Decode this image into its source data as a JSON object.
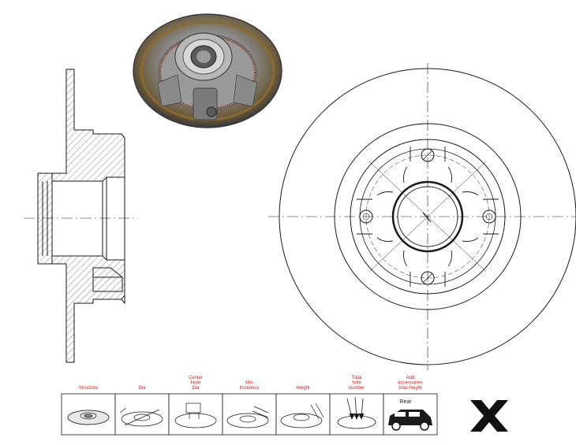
{
  "table": {
    "headers": [
      {
        "lines": [
          "Structure"
        ]
      },
      {
        "lines": [
          "Dia"
        ]
      },
      {
        "lines": [
          "Center",
          "Hole",
          "Dia"
        ]
      },
      {
        "lines": [
          "Min",
          "thickness"
        ]
      },
      {
        "lines": [
          "Height"
        ]
      },
      {
        "lines": [
          "Total",
          "hole",
          "number"
        ]
      },
      {
        "lines": [
          "Add",
          "accessories",
          "total height"
        ]
      }
    ],
    "cells": [
      {
        "icon": "solid-disc-icon"
      },
      {
        "icon": "disc-diameter-icon"
      },
      {
        "icon": "center-hole-icon"
      },
      {
        "icon": "min-thickness-icon"
      },
      {
        "icon": "height-icon"
      },
      {
        "icon": "bolt-holes-icon"
      },
      {
        "icon": "rear-car-icon",
        "label": "Rear"
      }
    ]
  },
  "colors": {
    "line": "#1a1a1a",
    "label": "#d22020",
    "hatch": "#555555",
    "brand": "#111111"
  },
  "brand_icon": "x-logo-icon"
}
